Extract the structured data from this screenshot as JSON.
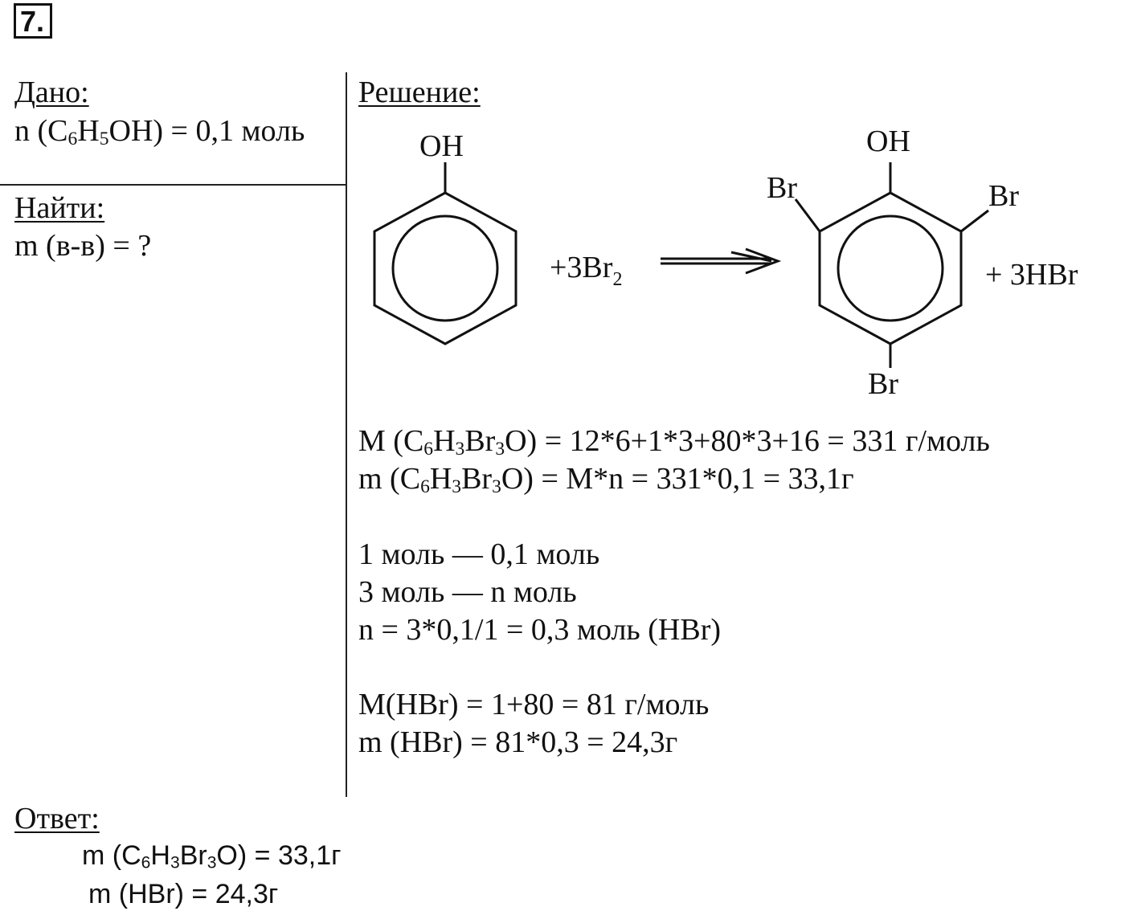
{
  "problem_number": "7.",
  "given": {
    "heading": "Дано:",
    "line_prefix": "n (C",
    "s1": "6",
    "m1": "H",
    "s2": "5",
    "line_suffix": "OH) = 0,1 моль"
  },
  "find": {
    "heading": "Найти:",
    "line": "m (в-в) = ?"
  },
  "solution": {
    "heading": "Решение:",
    "reaction": {
      "oh_left": "OH",
      "reagent_prefix": "+3Br",
      "reagent_sub": "2",
      "oh_right": "OH",
      "br_left": "Br",
      "br_right": "Br",
      "br_bottom": "Br",
      "product2": "+ 3HBr"
    },
    "molar_mass_line": {
      "prefix": "M (C",
      "s1": "6",
      "m1": "H",
      "s2": "3",
      "m2": "Br",
      "s3": "3",
      "suffix": "O) = 12*6+1*3+80*3+16 = 331 г/моль"
    },
    "mass_line": {
      "prefix": "m (C",
      "s1": "6",
      "m1": "H",
      "s2": "3",
      "m2": "Br",
      "s3": "3",
      "suffix": "O) = M*n = 331*0,1 = 33,1г"
    },
    "proportion": [
      "1 моль — 0,1 моль",
      "3 моль — n моль",
      "n = 3*0,1/1 = 0,3 моль (HBr)"
    ],
    "hbr": [
      "M(HBr) = 1+80 = 81 г/моль",
      "m (HBr) = 81*0,3 = 24,3г"
    ]
  },
  "answer": {
    "heading": "Ответ:",
    "line1": {
      "prefix": "m (C",
      "s1": "6",
      "m1": "H",
      "s2": "3",
      "m2": "Br",
      "s3": "3",
      "suffix": "O) = 33,1г"
    },
    "line2": "m (HBr) = 24,3г"
  }
}
